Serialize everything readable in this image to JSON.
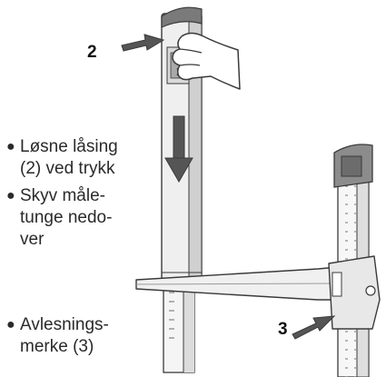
{
  "callouts": {
    "lock": "2",
    "reading_mark": "3"
  },
  "bullets": [
    {
      "line1": "Løsne låsing",
      "line2": "(2) ved trykk",
      "line3": ""
    },
    {
      "line1": "Skyv måle-",
      "line2": "tunge nedo-",
      "line3": "ver"
    },
    {
      "line1": "Avlesnings-",
      "line2": "merke (3)",
      "line3": ""
    }
  ],
  "icons": [
    "hand-icon",
    "arrow-right-icon",
    "arrow-down-icon"
  ],
  "colors": {
    "line": "#3a3a3a",
    "light_gray": "#ececec",
    "mid_gray": "#b5b5b5",
    "dark_gray": "#6e6e6e",
    "arrow": "#555555"
  }
}
